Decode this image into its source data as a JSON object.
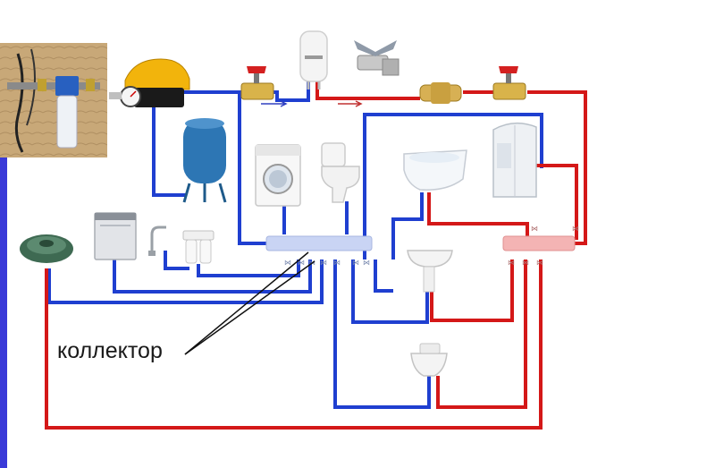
{
  "diagram": {
    "collector_label": "коллектор",
    "colors": {
      "cold_pipe": "#1f3fd0",
      "hot_pipe": "#d41818",
      "left_bar": "#3a3ad8",
      "collector_cold": "#c9d4f4",
      "collector_hot": "#f4b4b4"
    },
    "components": [
      "water-filter",
      "pump-station",
      "pressure-gauge",
      "expansion-tank",
      "ball-valve",
      "water-heater",
      "safety-valve",
      "check-valve",
      "washing-machine",
      "toilet",
      "bathtub",
      "shower-cabin",
      "dishwasher",
      "drinking-water-filter",
      "kitchen-sink",
      "washbasin",
      "bidet",
      "cold-collector",
      "hot-collector"
    ]
  }
}
